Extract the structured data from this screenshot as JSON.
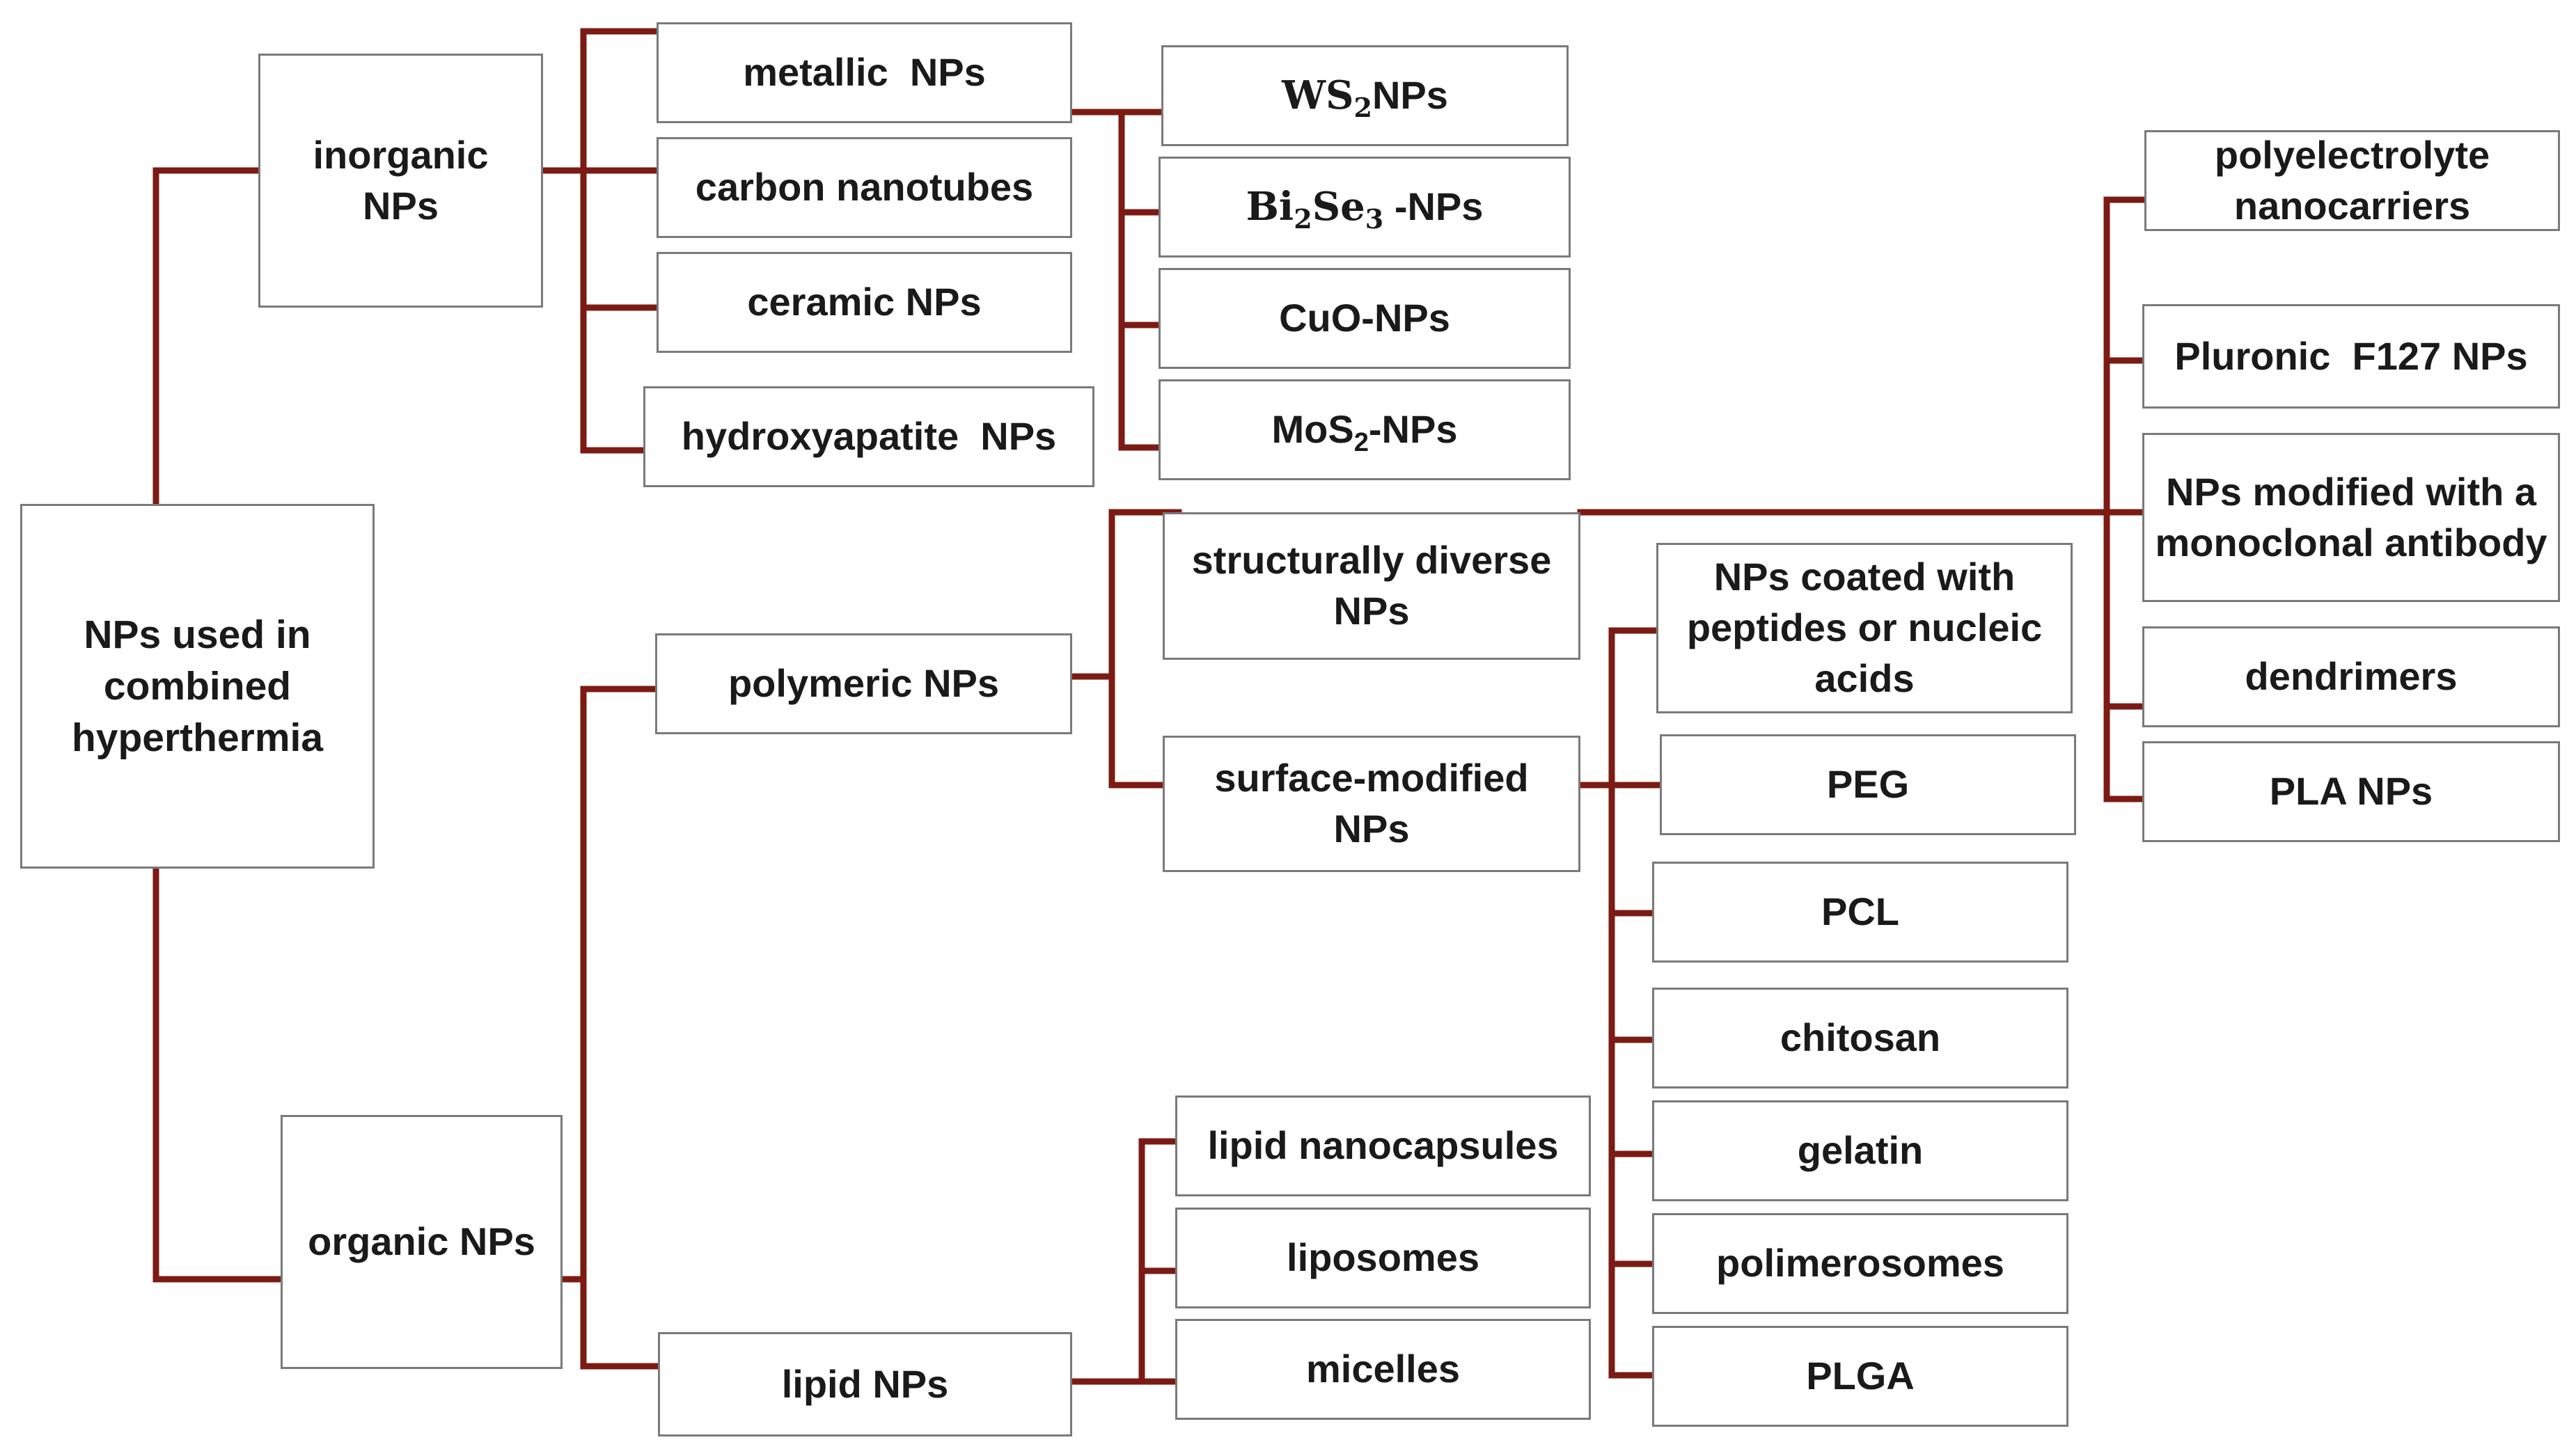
{
  "root": {
    "label": "NPs used in combined hyperthermia"
  },
  "inorganic": {
    "label": "inorganic NPs",
    "children": {
      "metallic": "metallic  NPs",
      "carbon": "carbon nanotubes",
      "ceramic": "ceramic NPs",
      "hydroxyapatite": "hydroxyapatite  NPs"
    },
    "metallic_children": {
      "ws2": {
        "a": "WS",
        "sub": "2",
        "b": "NPs"
      },
      "bi2se3": {
        "a": "Bi",
        "sub1": "2",
        "b": "Se",
        "sub2": "3",
        "c": " -NPs"
      },
      "cuo": "CuO-NPs",
      "mos2": {
        "a": "MoS",
        "sub": "2",
        "b": "-NPs"
      }
    }
  },
  "organic": {
    "label": "organic NPs",
    "polymeric": {
      "label": "polymeric NPs",
      "structurally": "structurally diverse NPs",
      "surface": "surface-modified NPs",
      "structurally_children": [
        "polyelectrolyte nanocarriers",
        "Pluronic  F127 NPs",
        "NPs modified with a monoclonal antibody",
        "dendrimers",
        "PLA NPs"
      ],
      "surface_children": [
        "NPs coated with peptides or nucleic acids",
        "PEG",
        "PCL",
        "chitosan",
        "gelatin",
        "polimerosomes",
        "PLGA"
      ]
    },
    "lipid": {
      "label": "lipid NPs",
      "children": [
        "lipid nanocapsules",
        "liposomes",
        "micelles"
      ]
    }
  },
  "colors": {
    "connector": "#7b1b14",
    "box_border": "#7a7a7a",
    "text": "#1a1a1a"
  }
}
